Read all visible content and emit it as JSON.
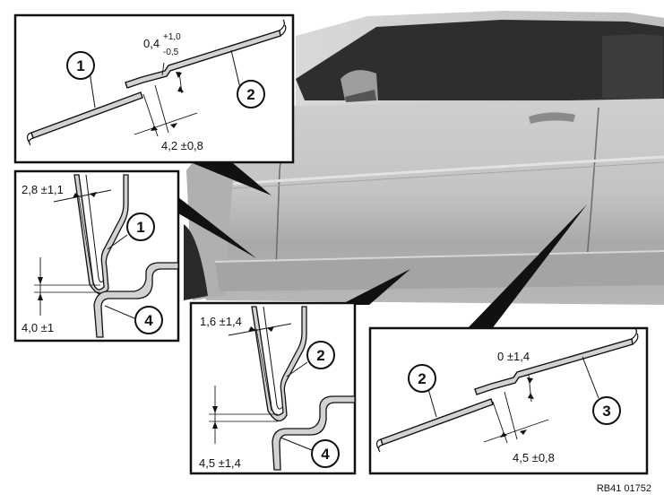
{
  "figure_ref": "RB41 01752",
  "colors": {
    "outline": "#111111",
    "panel_fill": "#d2d2d2",
    "car_body": "#bdbdbd",
    "car_dark": "#3a3a3a",
    "glass": "#2b2b2b"
  },
  "details": {
    "top_left": {
      "callouts": [
        "1",
        "2"
      ],
      "gap": {
        "nominal": "0,4",
        "upper": "+1,0",
        "lower": "-0,5"
      },
      "overlap": "4,2 ±0,8"
    },
    "mid_left": {
      "callouts": [
        "1",
        "4"
      ],
      "dim_upper": "2,8 ±1,1",
      "dim_lower": "4,0 ±1"
    },
    "mid_center": {
      "callouts": [
        "2",
        "4"
      ],
      "dim_upper": "1,6 ±1,4",
      "dim_lower": "4,5 ±1,4"
    },
    "bottom_right": {
      "callouts": [
        "2",
        "3"
      ],
      "gap": "0 ±1,4",
      "overlap": "4,5 ±0,8"
    }
  }
}
